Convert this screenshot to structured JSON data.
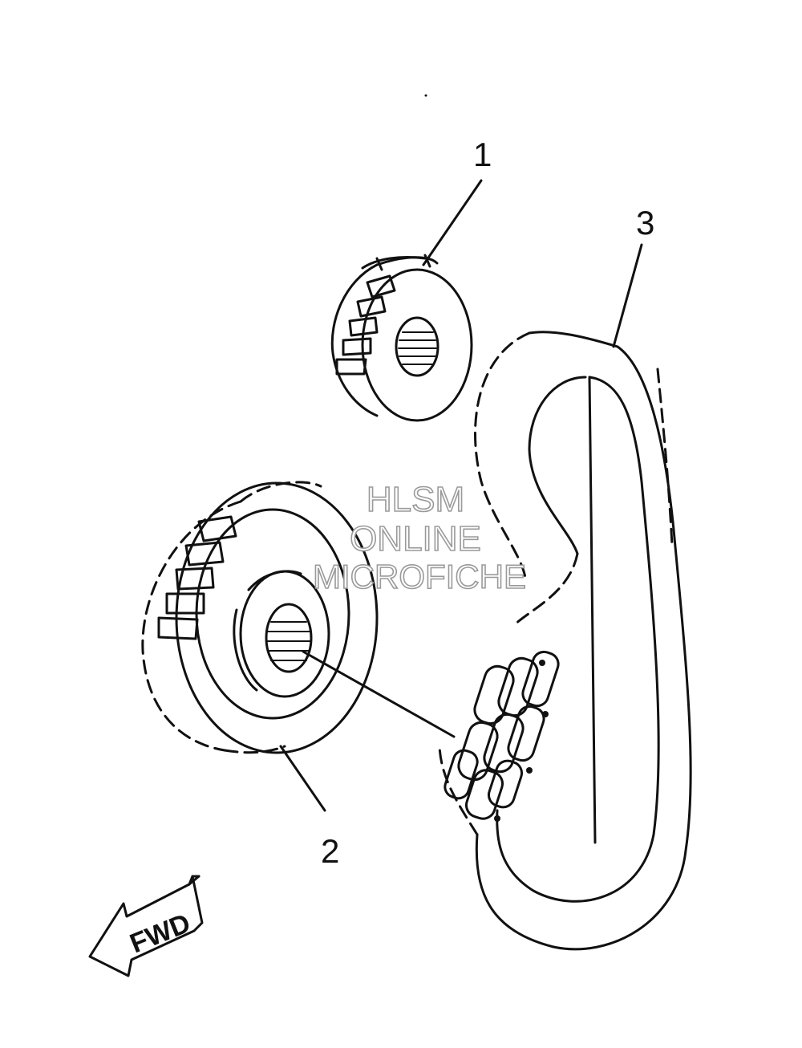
{
  "callouts": {
    "part1": "1",
    "part2": "2",
    "part3": "3"
  },
  "watermark": {
    "line1": "HLSM",
    "line2": "ONLINE",
    "line3": "MICROFICHE"
  },
  "direction_arrow": {
    "label": "FWD",
    "icon": "arrow-left-icon"
  },
  "colors": {
    "ink": "#111111",
    "watermark_outline": "#9a9a9a",
    "background": "#ffffff"
  }
}
